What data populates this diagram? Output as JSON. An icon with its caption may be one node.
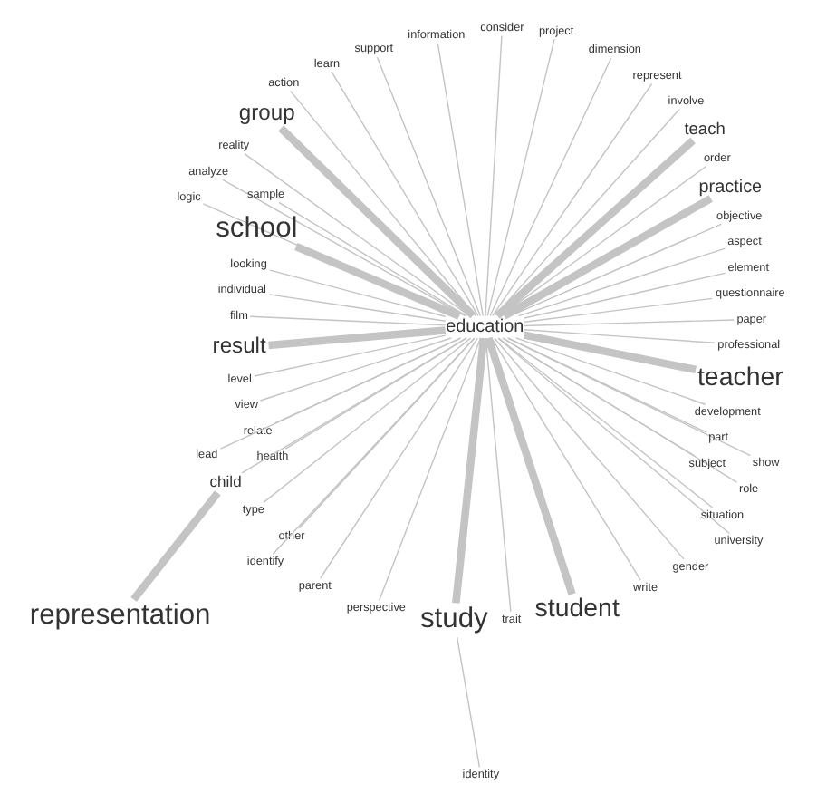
{
  "diagram": {
    "nodes": [
      {
        "text": [
          "education"
        ]
      },
      {
        "text": [
          "paper"
        ]
      },
      {
        "text": [
          "questionnaire"
        ]
      },
      {
        "text": [
          "element"
        ]
      },
      {
        "text": [
          "aspect"
        ]
      },
      {
        "text": [
          "objective"
        ]
      },
      {
        "text": [
          "practice"
        ]
      },
      {
        "text": [
          "order"
        ]
      },
      {
        "text": [
          "teach"
        ]
      },
      {
        "text": [
          "involve"
        ]
      },
      {
        "text": [
          "represent"
        ]
      },
      {
        "text": [
          "dimension"
        ]
      },
      {
        "text": [
          "project"
        ]
      },
      {
        "text": [
          "consider"
        ]
      },
      {
        "text": [
          "information"
        ]
      },
      {
        "text": [
          "support"
        ]
      },
      {
        "text": [
          "learn"
        ]
      },
      {
        "text": [
          "action"
        ]
      },
      {
        "text": [
          "group"
        ]
      },
      {
        "text": [
          "reality"
        ]
      },
      {
        "text": [
          "analyze"
        ]
      },
      {
        "text": [
          "logic"
        ]
      },
      {
        "text": [
          "sample"
        ]
      },
      {
        "text": [
          "school"
        ]
      },
      {
        "text": [
          "looking"
        ]
      },
      {
        "text": [
          "individual"
        ]
      },
      {
        "text": [
          "film"
        ]
      },
      {
        "text": [
          "result"
        ]
      },
      {
        "text": [
          "level"
        ]
      },
      {
        "text": [
          "view"
        ]
      },
      {
        "text": [
          "relate"
        ]
      },
      {
        "text": [
          "health"
        ]
      },
      {
        "text": [
          "lead"
        ]
      },
      {
        "text": [
          "representation"
        ]
      },
      {
        "text": [
          "child"
        ]
      },
      {
        "text": [
          "type"
        ]
      },
      {
        "text": [
          "other"
        ]
      },
      {
        "text": [
          "identify"
        ]
      },
      {
        "text": [
          "parent"
        ]
      },
      {
        "text": [
          "perspective"
        ]
      },
      {
        "text": [
          "study"
        ]
      },
      {
        "text": [
          "trait"
        ]
      },
      {
        "text": [
          "identity"
        ]
      },
      {
        "text": [
          "student"
        ]
      },
      {
        "text": [
          "write"
        ]
      },
      {
        "text": [
          "gender"
        ]
      },
      {
        "text": [
          "university"
        ]
      },
      {
        "text": [
          "situation"
        ]
      },
      {
        "text": [
          "role"
        ]
      },
      {
        "text": [
          "show"
        ]
      },
      {
        "text": [
          "subject"
        ]
      },
      {
        "text": [
          "part"
        ]
      },
      {
        "text": [
          "development"
        ]
      },
      {
        "text": [
          "teacher"
        ]
      },
      {
        "text": [
          "professional"
        ]
      }
    ],
    "edges": [
      {
        "from": 0,
        "to": 1,
        "arrow": "none"
      },
      {
        "from": 0,
        "to": 2,
        "arrow": "none"
      },
      {
        "from": 0,
        "to": 3,
        "arrow": "none"
      },
      {
        "from": 0,
        "to": 4,
        "arrow": "none"
      },
      {
        "from": 0,
        "to": 5,
        "arrow": "none"
      },
      {
        "from": 0,
        "to": 6,
        "arrow": "none",
        "style": "thick"
      },
      {
        "from": 0,
        "to": 7,
        "arrow": "none"
      },
      {
        "from": 0,
        "to": 8,
        "arrow": "none",
        "style": "thick"
      },
      {
        "from": 0,
        "to": 9,
        "arrow": "none"
      },
      {
        "from": 0,
        "to": 10,
        "arrow": "none"
      },
      {
        "from": 0,
        "to": 11,
        "arrow": "none"
      },
      {
        "from": 0,
        "to": 12,
        "arrow": "none"
      },
      {
        "from": 0,
        "to": 13,
        "arrow": "none"
      },
      {
        "from": 0,
        "to": 14,
        "arrow": "none"
      },
      {
        "from": 0,
        "to": 15,
        "arrow": "none"
      },
      {
        "from": 0,
        "to": 16,
        "arrow": "none"
      },
      {
        "from": 0,
        "to": 17,
        "arrow": "none"
      },
      {
        "from": 0,
        "to": 18,
        "arrow": "none",
        "style": "thick"
      },
      {
        "from": 0,
        "to": 19,
        "arrow": "none"
      },
      {
        "from": 0,
        "to": 20,
        "arrow": "none"
      },
      {
        "from": 0,
        "to": 21,
        "arrow": "none"
      },
      {
        "from": 0,
        "to": 22,
        "arrow": "none"
      },
      {
        "from": 0,
        "to": 23,
        "arrow": "none",
        "style": "thick"
      },
      {
        "from": 0,
        "to": 24,
        "arrow": "none"
      },
      {
        "from": 0,
        "to": 25,
        "arrow": "none"
      },
      {
        "from": 0,
        "to": 26,
        "arrow": "none"
      },
      {
        "from": 0,
        "to": 27,
        "arrow": "none",
        "style": "thick"
      },
      {
        "from": 0,
        "to": 28,
        "arrow": "none"
      },
      {
        "from": 0,
        "to": 29,
        "arrow": "none"
      },
      {
        "from": 0,
        "to": 30,
        "arrow": "none"
      },
      {
        "from": 0,
        "to": 31,
        "arrow": "none"
      },
      {
        "from": 0,
        "to": 32,
        "arrow": "none"
      },
      {
        "from": 0,
        "to": 34,
        "arrow": "none"
      },
      {
        "from": 34,
        "to": 33,
        "arrow": "none",
        "style": "thick"
      },
      {
        "from": 0,
        "to": 35,
        "arrow": "none"
      },
      {
        "from": 0,
        "to": 36,
        "arrow": "none"
      },
      {
        "from": 0,
        "to": 37,
        "arrow": "none"
      },
      {
        "from": 0,
        "to": 38,
        "arrow": "none"
      },
      {
        "from": 0,
        "to": 39,
        "arrow": "none"
      },
      {
        "from": 0,
        "to": 40,
        "arrow": "none",
        "style": "thick"
      },
      {
        "from": 0,
        "to": 41,
        "arrow": "none"
      },
      {
        "from": 40,
        "to": 42,
        "arrow": "none"
      },
      {
        "from": 0,
        "to": 43,
        "arrow": "none",
        "style": "thick"
      },
      {
        "from": 0,
        "to": 44,
        "arrow": "none"
      },
      {
        "from": 0,
        "to": 45,
        "arrow": "none"
      },
      {
        "from": 0,
        "to": 46,
        "arrow": "none"
      },
      {
        "from": 0,
        "to": 47,
        "arrow": "none"
      },
      {
        "from": 0,
        "to": 48,
        "arrow": "none"
      },
      {
        "from": 0,
        "to": 49,
        "arrow": "none"
      },
      {
        "from": 0,
        "to": 50,
        "arrow": "none"
      },
      {
        "from": 0,
        "to": 51,
        "arrow": "none"
      },
      {
        "from": 0,
        "to": 52,
        "arrow": "none"
      },
      {
        "from": 0,
        "to": 53,
        "arrow": "none",
        "style": "thick"
      },
      {
        "from": 0,
        "to": 54,
        "arrow": "none"
      }
    ]
  }
}
